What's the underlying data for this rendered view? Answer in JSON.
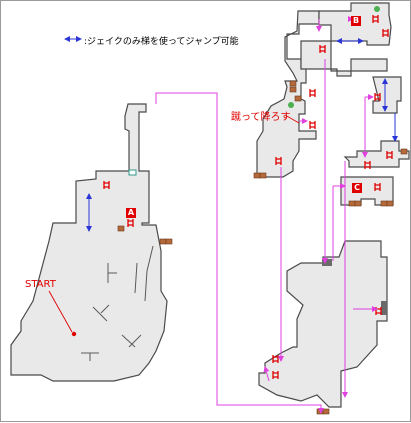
{
  "legend": {
    "text": ":ジェイクのみ梯を使ってジャンプ可能"
  },
  "labels": {
    "start": "START",
    "kick": "蹴って降ろす"
  },
  "markers": {
    "a": "A",
    "b": "B",
    "c": "C"
  },
  "colors": {
    "floor": "#e9e9e9",
    "wall": "#4a4a4a",
    "route": "#e040e0",
    "jump": "#2a36d8",
    "ladder": "#e00000",
    "crate": "#b5683a",
    "item": "#4caf50"
  }
}
